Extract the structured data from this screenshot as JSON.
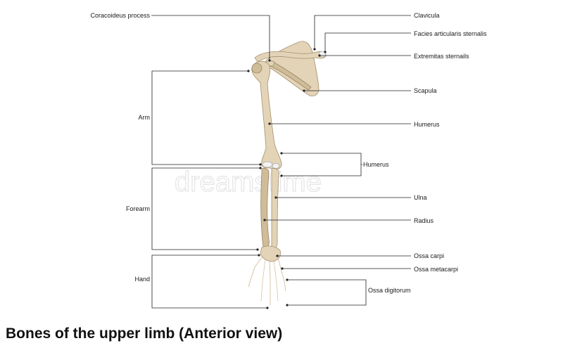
{
  "title": "Bones of the upper limb (Anterior view)",
  "watermark": "dreamstime",
  "colors": {
    "bone": "#e3d4b8",
    "bone_shadow": "#cfbc98",
    "cartilage": "#f2f2f2",
    "leader": "#222222"
  },
  "labels_left": {
    "coracoid": "Coracoideus process",
    "arm": "Arm",
    "forearm": "Forearm",
    "hand": "Hand"
  },
  "labels_right": {
    "clavicula": "Clavicula",
    "facies": "Facies articularis sternalis",
    "extremitas": "Extremitas sternails",
    "scapula": "Scapula",
    "humerus_shaft": "Humerus",
    "humerus_condyles": "Humerus",
    "ulna": "Ulna",
    "radius": "Radius",
    "carpi": "Ossa carpi",
    "metacarpi": "Ossa metacarpi",
    "digitorum": "Ossa digitorum"
  }
}
